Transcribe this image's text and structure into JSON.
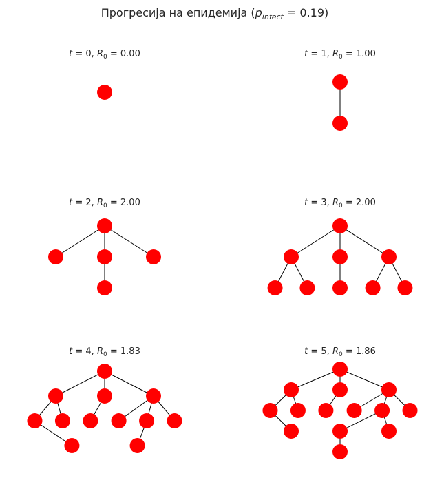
{
  "figure": {
    "title_prefix": "Прогресија на епидемија (",
    "title_var": "p",
    "title_sub": "infect",
    "title_eq": " = 0.19)"
  },
  "style": {
    "node_color": "#ff0000",
    "edge_color": "#000000"
  },
  "panels": [
    {
      "t": "0",
      "r0": "0.00",
      "nodes": [
        {
          "x": 0,
          "y": 0
        }
      ],
      "edges": []
    },
    {
      "t": "1",
      "r0": "1.00",
      "nodes": [
        {
          "x": 0,
          "y": 0
        },
        {
          "x": 0,
          "y": 1
        }
      ],
      "edges": [
        [
          0,
          1
        ]
      ]
    },
    {
      "t": "2",
      "r0": "2.00",
      "nodes": [
        {
          "x": 0,
          "y": 0
        },
        {
          "x": -1,
          "y": 1
        },
        {
          "x": 0,
          "y": 1
        },
        {
          "x": 1,
          "y": 1
        },
        {
          "x": 0,
          "y": 2
        }
      ],
      "edges": [
        [
          0,
          1
        ],
        [
          0,
          2
        ],
        [
          0,
          3
        ],
        [
          2,
          4
        ]
      ]
    },
    {
      "t": "3",
      "r0": "2.00",
      "nodes": [
        {
          "x": 0,
          "y": 0
        },
        {
          "x": -1,
          "y": 1
        },
        {
          "x": 0,
          "y": 1
        },
        {
          "x": 1,
          "y": 1
        },
        {
          "x": -1.33,
          "y": 2
        },
        {
          "x": -0.67,
          "y": 2
        },
        {
          "x": 0,
          "y": 2
        },
        {
          "x": 0.67,
          "y": 2
        },
        {
          "x": 1.33,
          "y": 2
        }
      ],
      "edges": [
        [
          0,
          1
        ],
        [
          0,
          2
        ],
        [
          0,
          3
        ],
        [
          1,
          4
        ],
        [
          1,
          5
        ],
        [
          2,
          6
        ],
        [
          3,
          7
        ],
        [
          3,
          8
        ]
      ]
    },
    {
      "t": "4",
      "r0": "1.83",
      "nodes": [
        {
          "x": 0,
          "y": 0
        },
        {
          "x": -1,
          "y": 1
        },
        {
          "x": 0,
          "y": 1
        },
        {
          "x": 1,
          "y": 1
        },
        {
          "x": -1.43,
          "y": 2
        },
        {
          "x": -0.86,
          "y": 2
        },
        {
          "x": -0.29,
          "y": 2
        },
        {
          "x": 0.29,
          "y": 2
        },
        {
          "x": 0.86,
          "y": 2
        },
        {
          "x": 1.43,
          "y": 2
        },
        {
          "x": -0.67,
          "y": 3
        },
        {
          "x": 0.67,
          "y": 3
        }
      ],
      "edges": [
        [
          0,
          1
        ],
        [
          0,
          2
        ],
        [
          0,
          3
        ],
        [
          1,
          4
        ],
        [
          1,
          5
        ],
        [
          2,
          6
        ],
        [
          3,
          7
        ],
        [
          3,
          8
        ],
        [
          3,
          9
        ],
        [
          4,
          10
        ],
        [
          8,
          11
        ]
      ]
    },
    {
      "t": "5",
      "r0": "1.86",
      "nodes": [
        {
          "x": 0,
          "y": 0
        },
        {
          "x": -1,
          "y": 1
        },
        {
          "x": 0,
          "y": 1
        },
        {
          "x": 1,
          "y": 1
        },
        {
          "x": -1.43,
          "y": 2
        },
        {
          "x": -0.86,
          "y": 2
        },
        {
          "x": -0.29,
          "y": 2
        },
        {
          "x": 0.29,
          "y": 2
        },
        {
          "x": 0.86,
          "y": 2
        },
        {
          "x": 1.43,
          "y": 2
        },
        {
          "x": -1,
          "y": 3
        },
        {
          "x": 0,
          "y": 3
        },
        {
          "x": 1,
          "y": 3
        },
        {
          "x": 0,
          "y": 4
        }
      ],
      "edges": [
        [
          0,
          1
        ],
        [
          0,
          2
        ],
        [
          0,
          3
        ],
        [
          1,
          4
        ],
        [
          1,
          5
        ],
        [
          2,
          6
        ],
        [
          3,
          7
        ],
        [
          3,
          8
        ],
        [
          3,
          9
        ],
        [
          4,
          10
        ],
        [
          11,
          8
        ],
        [
          8,
          12
        ],
        [
          11,
          13
        ]
      ]
    }
  ]
}
